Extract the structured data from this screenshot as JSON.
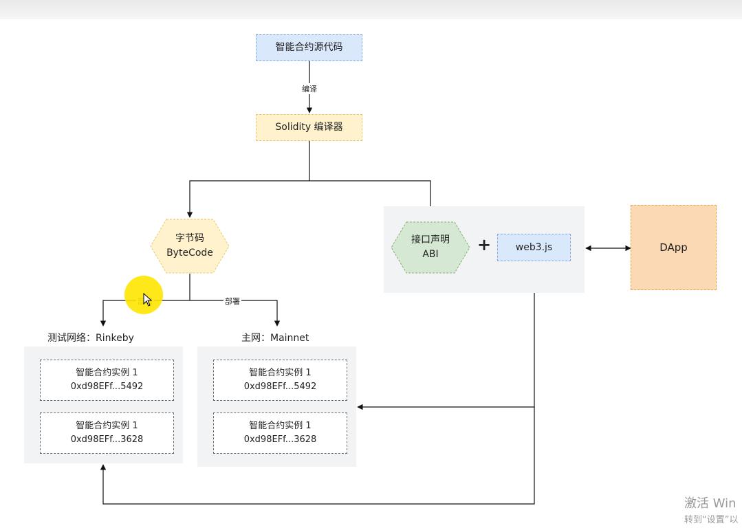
{
  "nodes": {
    "source": "智能合约源代码",
    "compiler": "Solidity 编译器",
    "bytecode": {
      "line1": "字节码",
      "line2": "ByteCode"
    },
    "abi": {
      "line1": "接口声明",
      "line2": "ABI"
    },
    "web3": "web3.js",
    "dapp": "DApp",
    "plus": "+"
  },
  "edges": {
    "compile": "编译",
    "deploy_left": "部署",
    "deploy_right": "部署"
  },
  "networks": {
    "testnet": {
      "title": "测试网络：Rinkeby",
      "instances": [
        {
          "name": "智能合约实例 1",
          "address": "0xd98EFf...5492"
        },
        {
          "name": "智能合约实例 1",
          "address": "0xd98EFf...3628"
        }
      ]
    },
    "mainnet": {
      "title": "主网：Mainnet",
      "instances": [
        {
          "name": "智能合约实例 1",
          "address": "0xd98EFf...5492"
        },
        {
          "name": "智能合约实例 1",
          "address": "0xd98EFf...3628"
        }
      ]
    }
  },
  "watermark": {
    "line1": "激活 Win",
    "line2": "转到“设置”以"
  },
  "colors": {
    "blue_fill": "#dae8fc",
    "yellow_fill": "#fff2cc",
    "green_fill": "#d5e8d4",
    "orange_fill": "#fad9b4",
    "panel_fill": "#f2f3f4"
  }
}
